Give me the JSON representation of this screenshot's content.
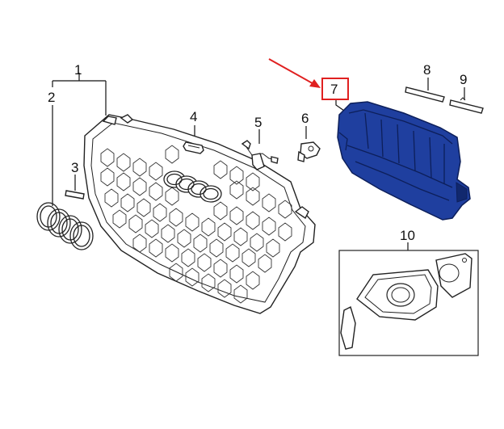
{
  "callouts": [
    {
      "id": "1",
      "label": "1"
    },
    {
      "id": "2",
      "label": "2"
    },
    {
      "id": "3",
      "label": "3"
    },
    {
      "id": "4",
      "label": "4"
    },
    {
      "id": "5",
      "label": "5"
    },
    {
      "id": "6",
      "label": "6"
    },
    {
      "id": "7",
      "label": "7"
    },
    {
      "id": "8",
      "label": "8"
    },
    {
      "id": "9",
      "label": "9"
    },
    {
      "id": "10",
      "label": "10"
    }
  ],
  "colors": {
    "highlight_part": "#1f3f9f",
    "highlight_part_dark": "#11286e",
    "callout_box": "#e02020",
    "arrow": "#e02020",
    "line_art": "#222222"
  },
  "highlighted_callout": "7"
}
